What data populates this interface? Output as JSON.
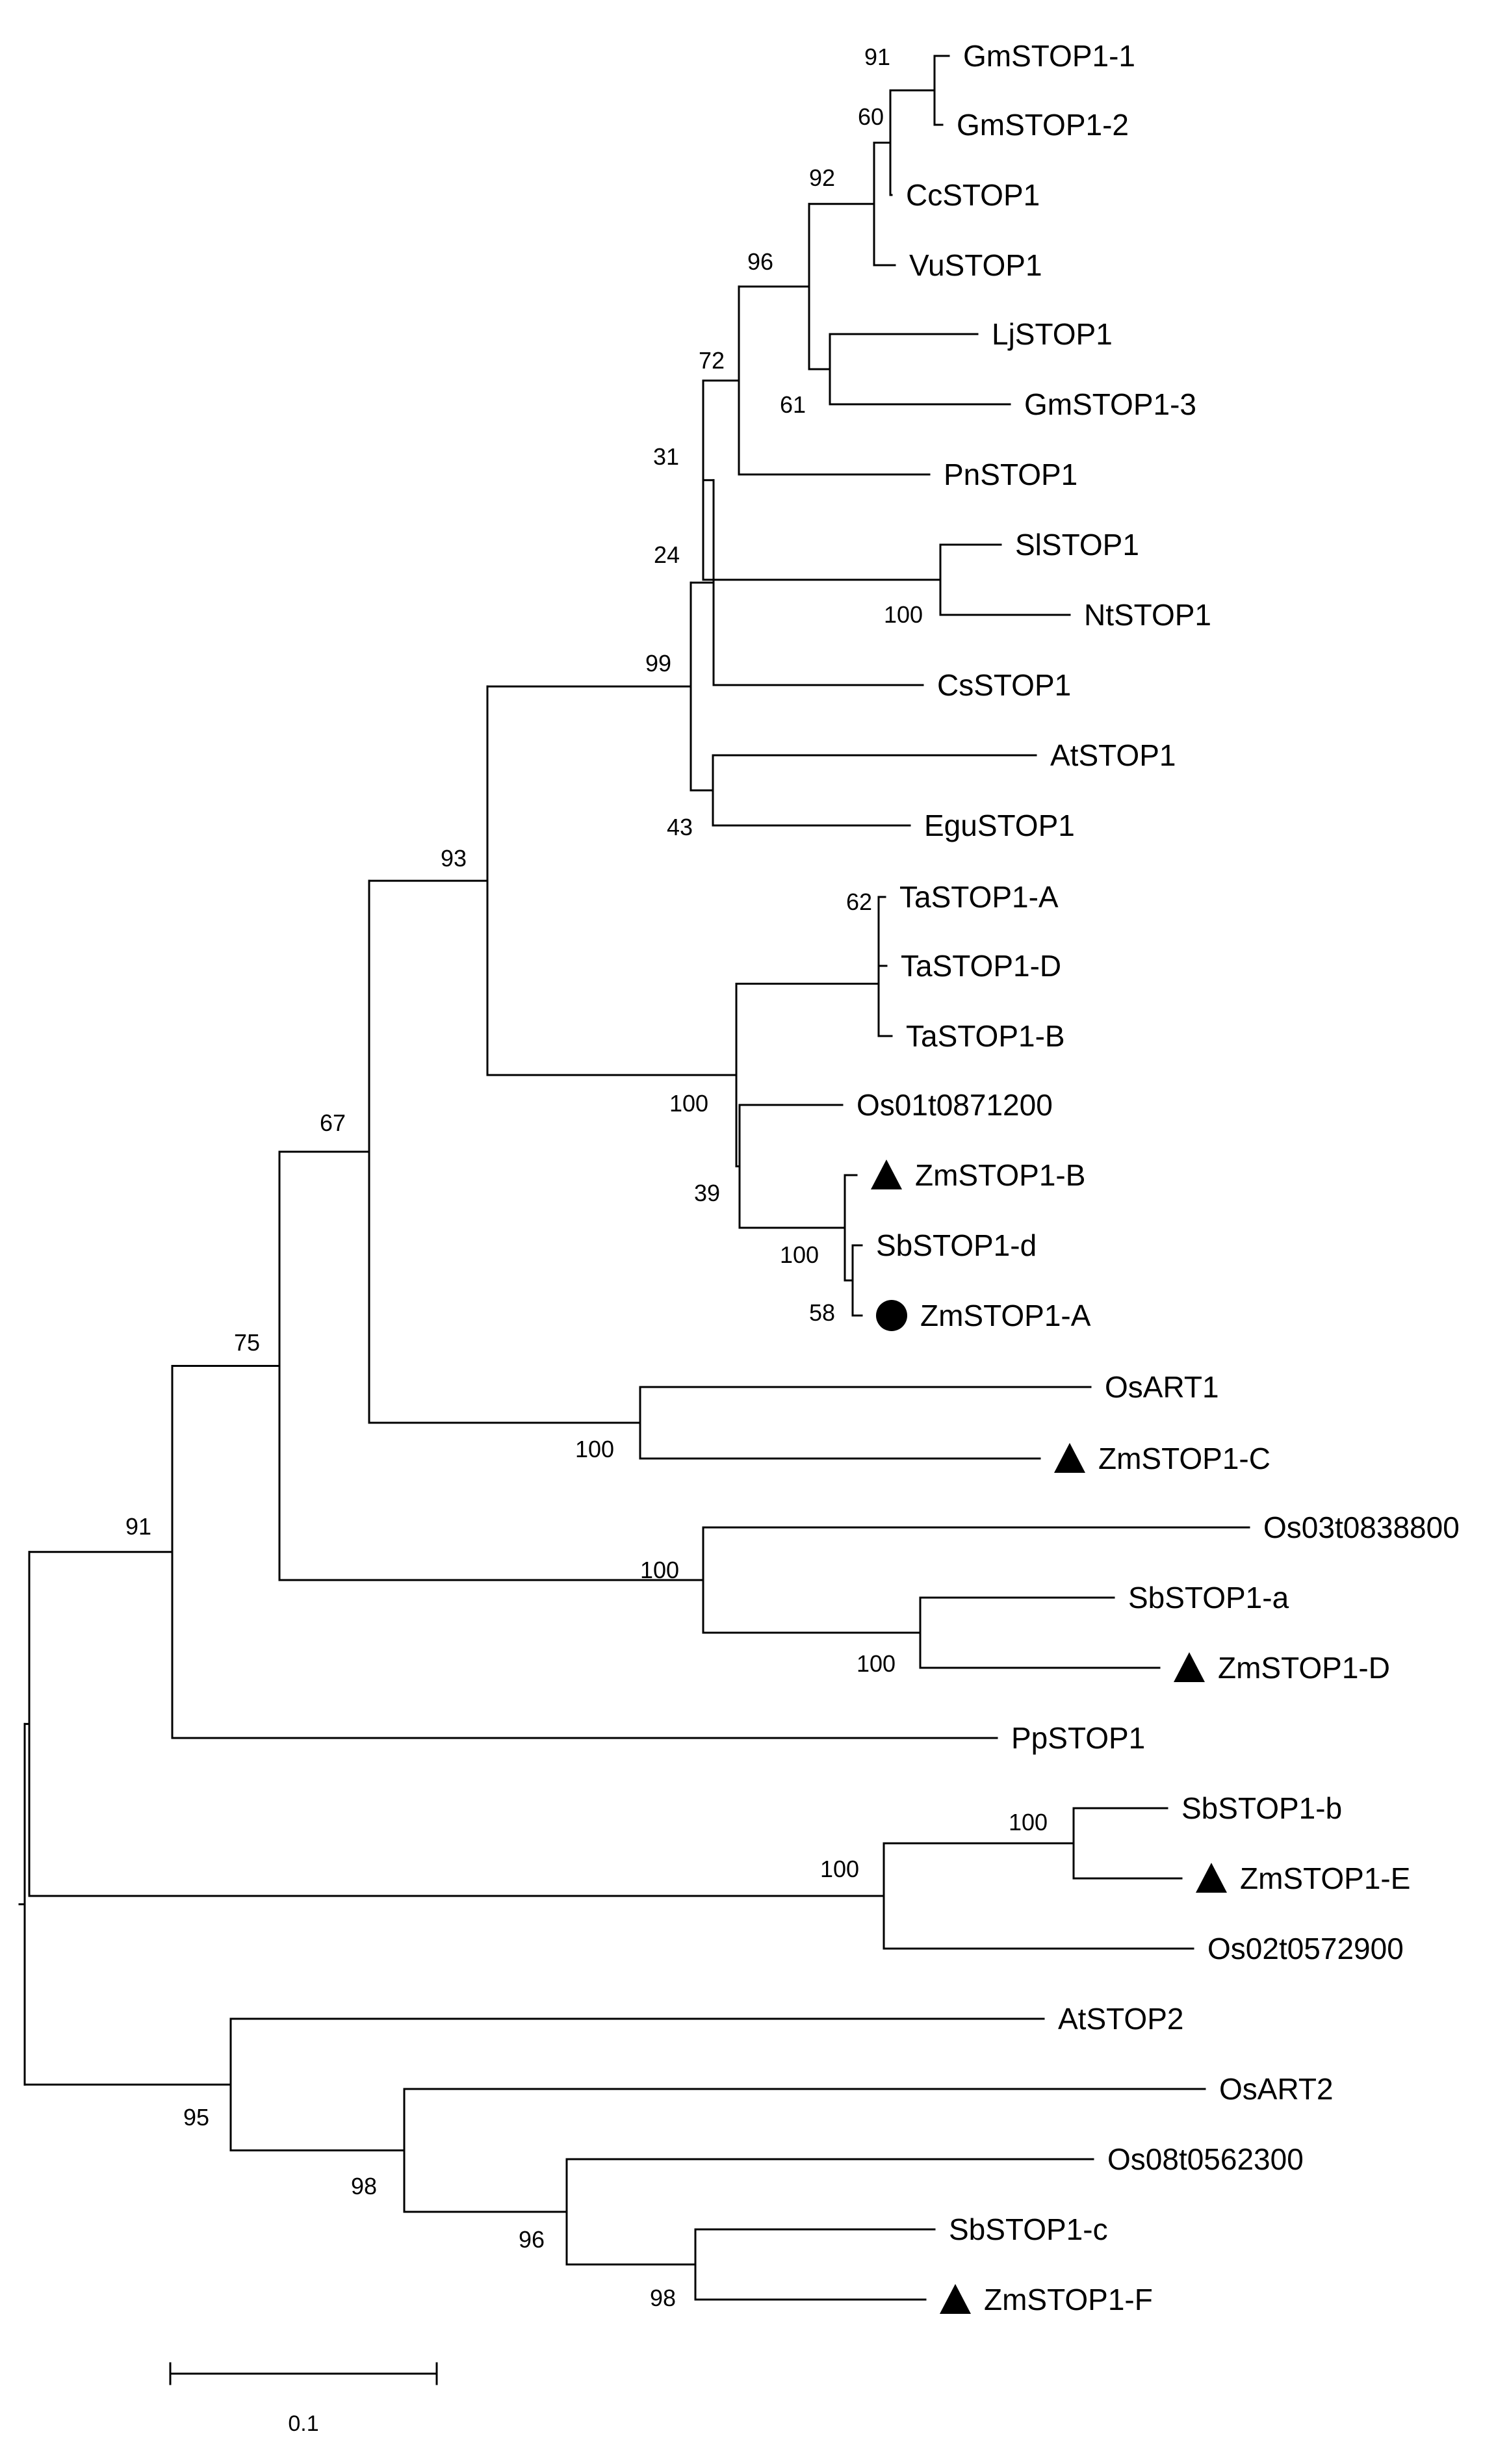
{
  "tree": {
    "taxa": {
      "GmSTOP1_1": "GmSTOP1-1",
      "GmSTOP1_2": "GmSTOP1-2",
      "CcSTOP1": "CcSTOP1",
      "VuSTOP1": "VuSTOP1",
      "LjSTOP1": "LjSTOP1",
      "GmSTOP1_3": "GmSTOP1-3",
      "PnSTOP1": "PnSTOP1",
      "SlSTOP1": "SlSTOP1",
      "NtSTOP1": "NtSTOP1",
      "CsSTOP1": "CsSTOP1",
      "AtSTOP1": "AtSTOP1",
      "EguSTOP1": "EguSTOP1",
      "TaSTOP1_A": "TaSTOP1-A",
      "TaSTOP1_D": "TaSTOP1-D",
      "TaSTOP1_B": "TaSTOP1-B",
      "Os01t0871200": "Os01t0871200",
      "ZmSTOP1_B": "ZmSTOP1-B",
      "SbSTOP1_d": "SbSTOP1-d",
      "ZmSTOP1_A": "ZmSTOP1-A",
      "OsART1": "OsART1",
      "ZmSTOP1_C": "ZmSTOP1-C",
      "Os03t0838800": "Os03t0838800",
      "SbSTOP1_a": "SbSTOP1-a",
      "ZmSTOP1_D": "ZmSTOP1-D",
      "PpSTOP1": "PpSTOP1",
      "SbSTOP1_b": "SbSTOP1-b",
      "ZmSTOP1_E": "ZmSTOP1-E",
      "Os02t0572900": "Os02t0572900",
      "AtSTOP2": "AtSTOP2",
      "OsART2": "OsART2",
      "Os08t0562300": "Os08t0562300",
      "SbSTOP1_c": "SbSTOP1-c",
      "ZmSTOP1_F": "ZmSTOP1-F"
    },
    "markers": {
      "ZmSTOP1_B": "triangle",
      "ZmSTOP1_A": "circle",
      "ZmSTOP1_C": "triangle",
      "ZmSTOP1_D": "triangle",
      "ZmSTOP1_E": "triangle",
      "ZmSTOP1_F": "triangle"
    },
    "bootstrap": {
      "gm12": "91",
      "gm12cc": "60",
      "gm12ccvu": "92",
      "gmAll": "96",
      "lj": "61",
      "fab": "72",
      "pn": "31",
      "sol_n": "100",
      "sol": "24",
      "eudicot": "99",
      "at": "43",
      "grassCore": "93",
      "ta": "62",
      "taAll": "100",
      "grassMain": "100",
      "os01": "39",
      "sbzm": "100",
      "sbzmA": "58",
      "art1": "100",
      "g67": "67",
      "sbzmD": "100",
      "os03": "100",
      "g75": "75",
      "g91": "91",
      "sbzmE": "100",
      "os02": "100",
      "sbzmF": "98",
      "os08": "96",
      "art2": "98",
      "g95": "95"
    },
    "scale_bar": {
      "label": "0.1",
      "value": 0.1
    }
  }
}
